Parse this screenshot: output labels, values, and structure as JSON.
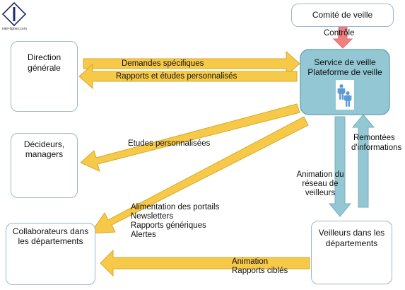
{
  "logo": {
    "caption": "intel-lignes.com"
  },
  "comite": {
    "label": "Comité de veille",
    "edge_label": "Contrôle"
  },
  "service": {
    "line1": "Service de veille",
    "line2": "Plateforme de veille"
  },
  "direction": {
    "line1": "Direction",
    "line2": "générale"
  },
  "decideurs": {
    "line1": "Décideurs,",
    "line2": "managers"
  },
  "collaborateurs": {
    "line1": "Collaborateurs dans",
    "line2": "les départements"
  },
  "veilleurs": {
    "line1": "Veilleurs dans les",
    "line2": "départements"
  },
  "arrows": {
    "demandes": "Demandes spécifiques",
    "rapports": "Rapports et études personnalisés",
    "etudes": "Etudes personnalisées",
    "alimentation": [
      "Alimentation des portails",
      "Newsletters",
      "Rapports génériques",
      "Alertes"
    ],
    "animation_reseau": [
      "Animation du",
      "réseau de",
      "veilleurs"
    ],
    "remontees": [
      "Remontées",
      "d'informations"
    ],
    "animation_cible": [
      "Animation",
      "Rapports ciblés"
    ]
  },
  "colors": {
    "arrow_yellow": "#f7c948",
    "arrow_blue": "#92c7d3",
    "service_fill": "#92c7d3",
    "person_orange": "#d9652a",
    "person_blue": "#5b9bd5",
    "control_arrow": "#f08080",
    "box_border": "#9cb8c4"
  }
}
